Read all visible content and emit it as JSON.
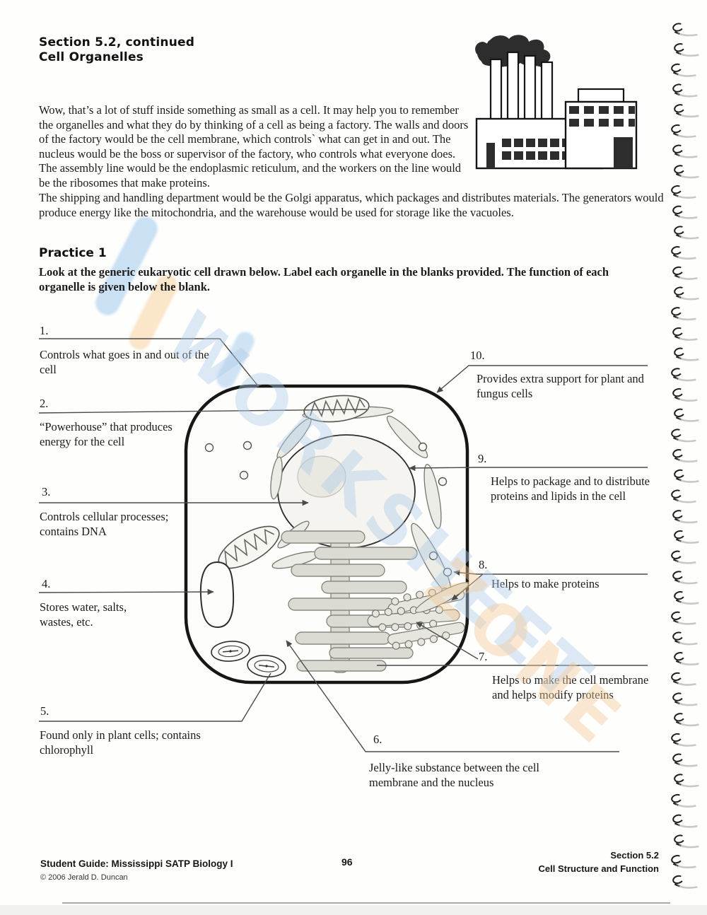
{
  "header": {
    "line1": "Section 5.2, continued",
    "line2": "Cell Organelles"
  },
  "intro": {
    "part1": "Wow, that’s a lot of stuff inside something as small as a cell. It may help you to remember the organelles and what they do by thinking of a cell as being a factory. The walls and doors of the factory would be the cell membrane, which controls` what can get in and out. The nucleus would be the boss or supervisor of the factory, who controls what everyone does. The assembly line would be the endoplasmic reticulum, and the workers on the line would be the ribosomes that make proteins.",
    "part2": "The shipping and handling department would be the Golgi apparatus, which packages and distributes materials. The generators would produce energy like the mitochondria, and the warehouse would be used for storage like the vacuoles."
  },
  "practice": {
    "title": "Practice 1",
    "instructions": "Look at the generic eukaryotic cell drawn below. Label each organelle in the blanks provided. The function of each organelle is given below the blank."
  },
  "labels": [
    {
      "num": "1.",
      "desc": "Controls what goes in and out of the cell"
    },
    {
      "num": "2.",
      "desc": "“Powerhouse” that produces energy for the cell"
    },
    {
      "num": "3.",
      "desc": "Controls cellular processes; contains DNA"
    },
    {
      "num": "4.",
      "desc": "Stores water, salts, wastes, etc."
    },
    {
      "num": "5.",
      "desc": "Found only in plant cells; contains chlorophyll"
    },
    {
      "num": "6.",
      "desc": "Jelly-like substance between the cell membrane and the nucleus"
    },
    {
      "num": "7.",
      "desc": "Helps to make the cell membrane and helps modify proteins"
    },
    {
      "num": "8.",
      "desc": "Helps to make proteins"
    },
    {
      "num": "9.",
      "desc": "Helps to package and to distribute proteins and lipids in the cell"
    },
    {
      "num": "10.",
      "desc": "Provides extra support for plant and fungus cells"
    }
  ],
  "footer": {
    "left_title": "Student Guide: Mississippi SATP Biology I",
    "copyright": "© 2006 Jerald D. Duncan",
    "page_number": "96",
    "right_line1": "Section 5.2",
    "right_line2": "Cell Structure and Function"
  },
  "watermark": {
    "word1": "WORKSHEET",
    "word2": "ZONE",
    "blue": "#aecbe8",
    "orange": "#f3c894"
  },
  "icons": {
    "factory": "factory-illustration",
    "cell": "cell-diagram",
    "binding": "spiral-binding"
  }
}
